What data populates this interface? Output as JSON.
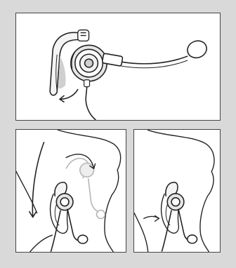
{
  "figure": {
    "background": "#d9d9d9",
    "panel_background": "#ffffff",
    "line_color": "#222222",
    "shade_color": "#cfcfcf",
    "panels": [
      {
        "name": "headset-overview",
        "depicts": "headset-with-ear-hook-and-boom-microphone"
      },
      {
        "name": "ear-hook-fitting",
        "depicts": "placing-ear-hook-over-ear"
      },
      {
        "name": "ear-hook-fitted",
        "depicts": "ear-hook-seated-on-ear"
      }
    ]
  }
}
